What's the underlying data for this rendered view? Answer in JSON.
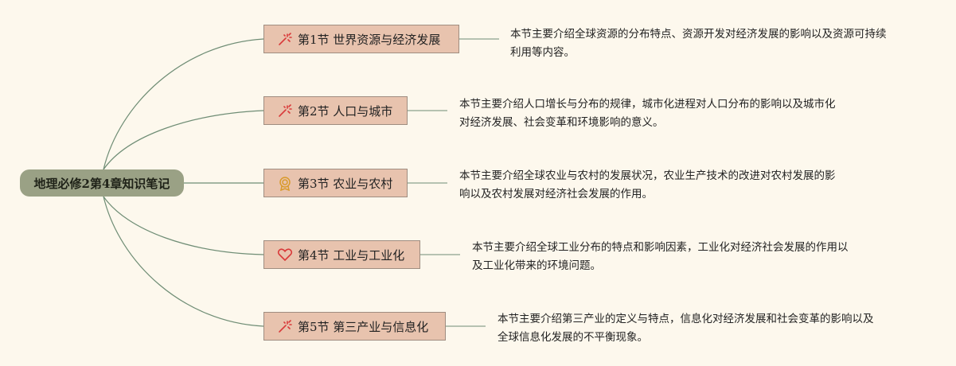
{
  "root": {
    "label": "地理必修2第4章知识笔记"
  },
  "sections": [
    {
      "label": "第1节 世界资源与经济发展",
      "icon": "fireworks-icon",
      "desc_lines": [
        "本节主要介绍全球资源的分布特点、资源开发对经济发展的影响以及资源可持续",
        "利用等内容。"
      ]
    },
    {
      "label": "第2节 人口与城市",
      "icon": "fireworks-icon",
      "desc_lines": [
        "本节主要介绍人口增长与分布的规律，城市化进程对人口分布的影响以及城市化",
        "对经济发展、社会变革和环境影响的意义。"
      ]
    },
    {
      "label": "第3节 农业与农村",
      "icon": "medal-icon",
      "desc_lines": [
        "本节主要介绍全球农业与农村的发展状况，农业生产技术的改进对农村发展的影",
        "响以及农村发展对经济社会发展的作用。"
      ]
    },
    {
      "label": "第4节 工业与工业化",
      "icon": "heart-icon",
      "desc_lines": [
        "本节主要介绍全球工业分布的特点和影响因素，工业化对经济社会发展的作用以",
        "及工业化带来的环境问题。"
      ]
    },
    {
      "label": "第5节 第三产业与信息化",
      "icon": "fireworks-icon",
      "desc_lines": [
        "本节主要介绍第三产业的定义与特点，信息化对经济发展和社会变革的影响以及",
        "全球信息化发展的不平衡现象。"
      ]
    }
  ],
  "colors": {
    "background": "#fdf8ed",
    "root_fill": "#9aa185",
    "node_fill": "#e8c3ae",
    "line": "#6f8d75",
    "icon_red": "#d93a3a"
  }
}
